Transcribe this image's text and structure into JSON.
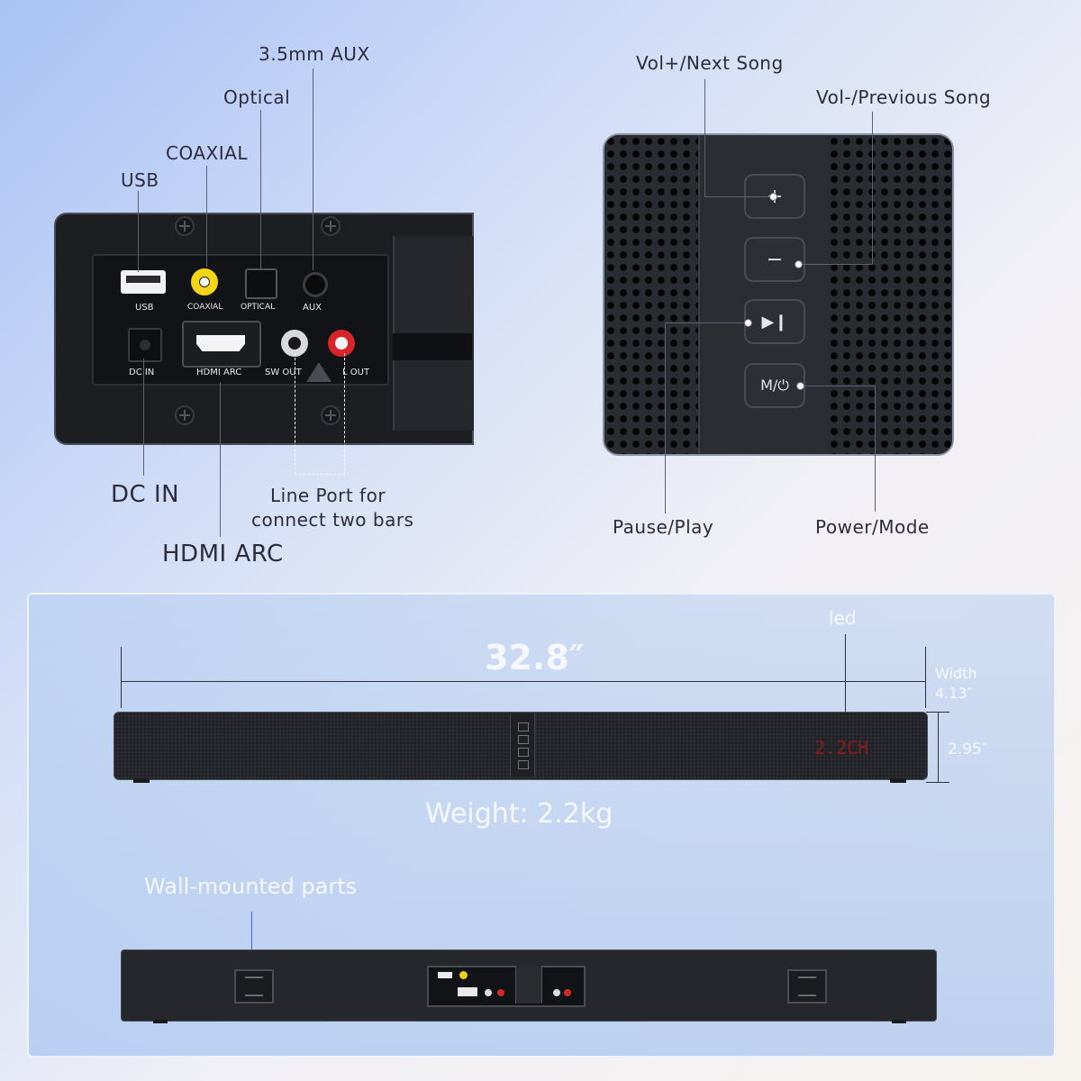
{
  "ports_panel": {
    "callouts": {
      "aux": "3.5mm AUX",
      "optical": "Optical",
      "coaxial": "COAXIAL",
      "usb": "USB",
      "dc_in": "DC IN",
      "hdmi_arc": "HDMI ARC",
      "line_port_1": "Line Port for",
      "line_port_2": "connect two bars"
    },
    "port_labels": {
      "usb": "USB",
      "coaxial": "COAXIAL",
      "optical": "OPTICAL",
      "aux": "AUX",
      "dc_in": "DC IN",
      "hdmi_arc": "HDMI ARC",
      "sw_out": "SW OUT",
      "l_out": "L OUT"
    }
  },
  "controls_panel": {
    "callouts": {
      "vol_up": "Vol+/Next Song",
      "vol_down": "Vol-/Previous Song",
      "pause_play": "Pause/Play",
      "power_mode": "Power/Mode"
    },
    "buttons": {
      "plus": "+",
      "minus": "−",
      "play_pause": "▶❙",
      "mode": "M/⏻"
    }
  },
  "dimensions_panel": {
    "length": "32.8″",
    "led_label": "led",
    "width_label": "Width",
    "width_value": "4.13″",
    "height_value": "2.95″",
    "led_display": "2.2CH",
    "weight": "Weight: 2.2kg",
    "wall_mount": "Wall-mounted parts"
  }
}
